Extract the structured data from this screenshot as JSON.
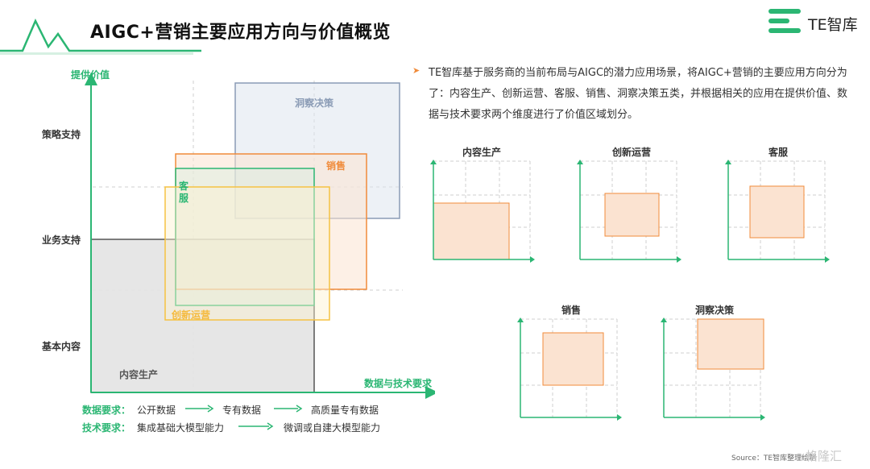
{
  "title": "AIGC+营销主要应用方向与价值概览",
  "brand": {
    "name": "TE智库"
  },
  "main_chart": {
    "y_axis_label": "提供价值",
    "x_axis_label": "数据与技术要求",
    "y_levels": [
      "策略支持",
      "业务支持",
      "基本内容"
    ],
    "areas": {
      "insight": "洞察决策",
      "sales": "销售",
      "service": "客服",
      "ops": "创新运营",
      "content": "内容生产"
    }
  },
  "legend": {
    "data_req_title": "数据要求：",
    "data_req": [
      "公开数据",
      "专有数据",
      "高质量专有数据"
    ],
    "tech_req_title": "技术要求：",
    "tech_req": [
      "集成基础大模型能力",
      "微调或自建大模型能力"
    ]
  },
  "description": "TE智库基于服务商的当前布局与AIGC的潜力应用场景，将AIGC+营销的主要应用方向分为了：内容生产、创新运营、客服、销售、洞察决策五类，并根据相关的应用在提供价值、数据与技术要求两个维度进行了价值区域划分。",
  "mini_charts": [
    "内容生产",
    "创新运营",
    "客服",
    "销售",
    "洞察决策"
  ],
  "source": "Source：TE智库整理绘制",
  "watermark": "格隆汇",
  "colors": {
    "green": "#2bb673",
    "orange": "#f08b3a",
    "blue": "#8a9bb5",
    "yellow": "#f5c242",
    "gray": "#555555"
  }
}
